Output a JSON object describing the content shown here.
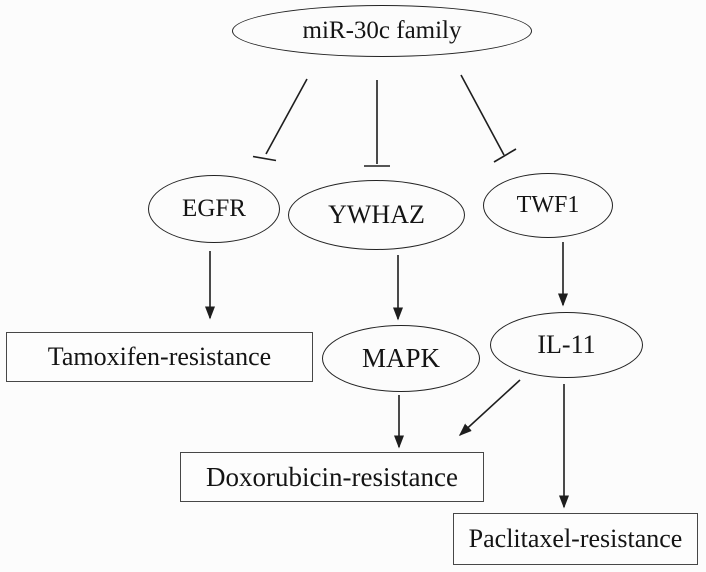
{
  "diagram": {
    "background_color": "#fcfcfc",
    "line_color": "#1e1e1e",
    "text_color": "#141414",
    "box_border_color": "#474747"
  },
  "nodes": {
    "mir30c": {
      "label": "miR-30c family",
      "shape": "ellipse"
    },
    "egfr": {
      "label": "EGFR",
      "shape": "ellipse"
    },
    "ywhaz": {
      "label": "YWHAZ",
      "shape": "ellipse"
    },
    "twf1": {
      "label": "TWF1",
      "shape": "ellipse"
    },
    "mapk": {
      "label": "MAPK",
      "shape": "ellipse"
    },
    "il11": {
      "label": "IL-11",
      "shape": "ellipse"
    },
    "tamoxifen": {
      "label": "Tamoxifen-resistance",
      "shape": "rect"
    },
    "doxorubicin": {
      "label": "Doxorubicin-resistance",
      "shape": "rect"
    },
    "paclitaxel": {
      "label": "Paclitaxel-resistance",
      "shape": "rect"
    }
  },
  "edges": [
    {
      "from": "miR-30c family",
      "to": "EGFR",
      "type": "inhibition"
    },
    {
      "from": "miR-30c family",
      "to": "YWHAZ",
      "type": "inhibition"
    },
    {
      "from": "miR-30c family",
      "to": "TWF1",
      "type": "inhibition"
    },
    {
      "from": "EGFR",
      "to": "Tamoxifen-resistance",
      "type": "activation-arrow"
    },
    {
      "from": "YWHAZ",
      "to": "MAPK",
      "type": "activation-arrow"
    },
    {
      "from": "TWF1",
      "to": "IL-11",
      "type": "activation-arrow"
    },
    {
      "from": "MAPK",
      "to": "Doxorubicin-resistance",
      "type": "activation-arrow"
    },
    {
      "from": "IL-11",
      "to": "Doxorubicin-resistance",
      "type": "activation-arrow"
    },
    {
      "from": "IL-11",
      "to": "Paclitaxel-resistance",
      "type": "activation-arrow"
    }
  ]
}
